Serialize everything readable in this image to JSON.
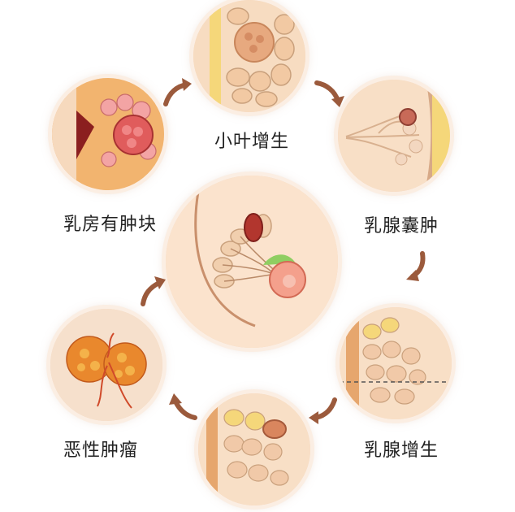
{
  "diagram": {
    "center": {
      "icon": "breast-anatomy-icon"
    },
    "stages": [
      {
        "key": "lobular",
        "label": "小叶增生",
        "icon": "lobular-hyperplasia-icon"
      },
      {
        "key": "cyst",
        "label": "乳腺囊肿",
        "icon": "breast-cyst-icon"
      },
      {
        "key": "hyperplasia",
        "label": "乳腺增生",
        "icon": "breast-hyperplasia-icon"
      },
      {
        "key": "malignant",
        "label": "恶性肿瘤",
        "icon": "malignant-tumor-icon"
      },
      {
        "key": "lump",
        "label": "乳房有肿块",
        "icon": "breast-lump-icon"
      }
    ],
    "colors": {
      "arrow": "#9b5a3c",
      "tissue": "#f6d2b4",
      "fat": "#f5d77a",
      "tumor": "#e25b3b"
    }
  }
}
